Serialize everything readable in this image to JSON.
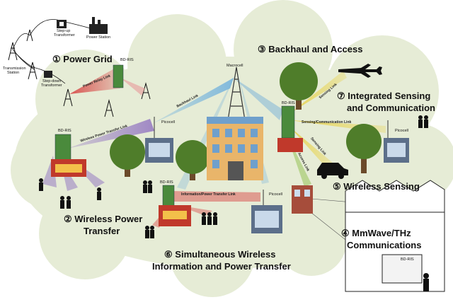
{
  "regions": {
    "power_grid": "Power Grid",
    "backhaul": "Backhaul and Access",
    "isac_line1": "Integrated Sensing",
    "isac_line2": "and Communication",
    "wpt_line1": "Wireless Power",
    "wpt_line2": "Transfer",
    "sensing": "Wireless Sensing",
    "mmwave_line1": "MmWave/THz",
    "mmwave_line2": "Communications",
    "swipt_line1": "Simultaneous Wireless",
    "swipt_line2": "Information and Power Transfer"
  },
  "numbers": {
    "n1": "①",
    "n2": "②",
    "n3": "③",
    "n4": "④",
    "n5": "⑤",
    "n6": "⑥",
    "n7": "⑦"
  },
  "small_labels": {
    "step_up": "Step-up",
    "step_up2": "Transformer",
    "power_station": "Power Station",
    "transmission": "Transmission",
    "transmission2": "Station",
    "step_down": "Step-down",
    "step_down2": "Transformer",
    "bdris": "BD-RIS",
    "macrocell": "Macrocell",
    "picocell": "Picocell"
  },
  "links": {
    "power_relay": "Power Relay Link",
    "backhaul": "Backhaul Link",
    "wpt": "Wireless Power Transfer Link",
    "info_power": "Information/Power Transfer Link",
    "sensing_comm": "Sensing/Communication Link",
    "sensing": "Sensing Link",
    "sensing2": "Sensing Link",
    "access": "Access Link"
  },
  "colors": {
    "cloud": "#e6ecd6",
    "purple_beam": "#8e6fc0",
    "red_beam": "#d63b3b",
    "yellow_beam": "#e8d24a",
    "blue_beam": "#7fb6d9",
    "green_beam": "#9cc760"
  }
}
